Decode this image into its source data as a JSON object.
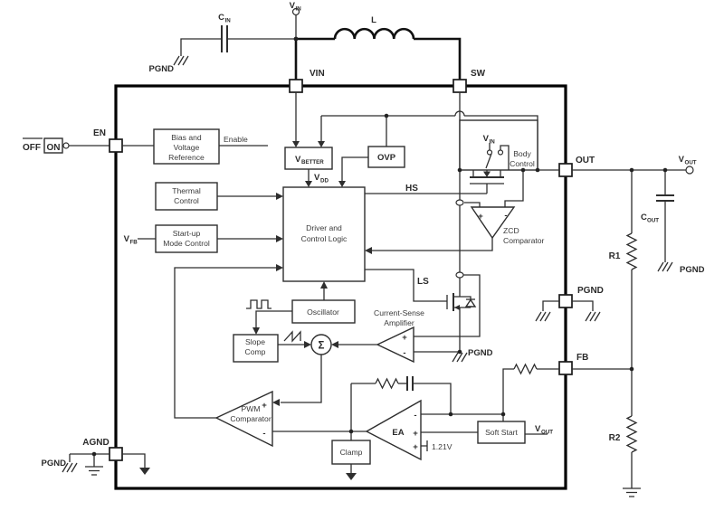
{
  "diagram": {
    "external": {
      "cin": {
        "main": "C",
        "sub": "IN"
      },
      "vin_terminal": {
        "main": "V",
        "sub": "IN"
      },
      "inductor": "L",
      "pgnd_top_left": "PGND",
      "off_label": "OFF",
      "on_label": "ON",
      "vout_terminal": {
        "main": "V",
        "sub": "OUT"
      },
      "cout": {
        "main": "C",
        "sub": "OUT"
      },
      "pgnd_cout": "PGND",
      "r1": "R1",
      "r2": "R2",
      "pgnd_agnd": "PGND"
    },
    "pins": {
      "vin": "VIN",
      "sw": "SW",
      "en": "EN",
      "out": "OUT",
      "pgnd": "PGND",
      "fb": "FB",
      "agnd": "AGND"
    },
    "blocks": {
      "bias": {
        "lines": [
          "Bias and",
          "Voltage",
          "Reference"
        ]
      },
      "thermal": {
        "lines": [
          "Thermal",
          "Control"
        ]
      },
      "startup": {
        "lines": [
          "Start-up",
          "Mode Control"
        ]
      },
      "vbetter": {
        "main": "V",
        "sub": "BETTER"
      },
      "ovp": "OVP",
      "driver": {
        "lines": [
          "Driver and",
          "Control Logic"
        ]
      },
      "body_control": {
        "lines": [
          "Body",
          "Control"
        ]
      },
      "zcd": {
        "lines": [
          "ZCD",
          "Comparator"
        ]
      },
      "oscillator": "Oscillator",
      "slope": {
        "lines": [
          "Slope",
          "Comp"
        ]
      },
      "sigma": "Σ",
      "csa": {
        "lines": [
          "Current-Sense",
          "Amplifier"
        ]
      },
      "pwm": {
        "lines": [
          "PWM",
          "Comparator"
        ]
      },
      "ea": "EA",
      "clamp": "Clamp",
      "soft_start": "Soft Start"
    },
    "signals": {
      "enable": "Enable",
      "vfb": {
        "main": "V",
        "sub": "FB"
      },
      "vdd": {
        "main": "V",
        "sub": "DD"
      },
      "hs": "HS",
      "ls": "LS",
      "body_vin": {
        "main": "V",
        "sub": "IN"
      },
      "pgnd_internal": "PGND",
      "vref": "1.21V",
      "ss_vout": {
        "main": "V",
        "sub": "OUT"
      },
      "plus": "+",
      "minus": "-"
    }
  }
}
